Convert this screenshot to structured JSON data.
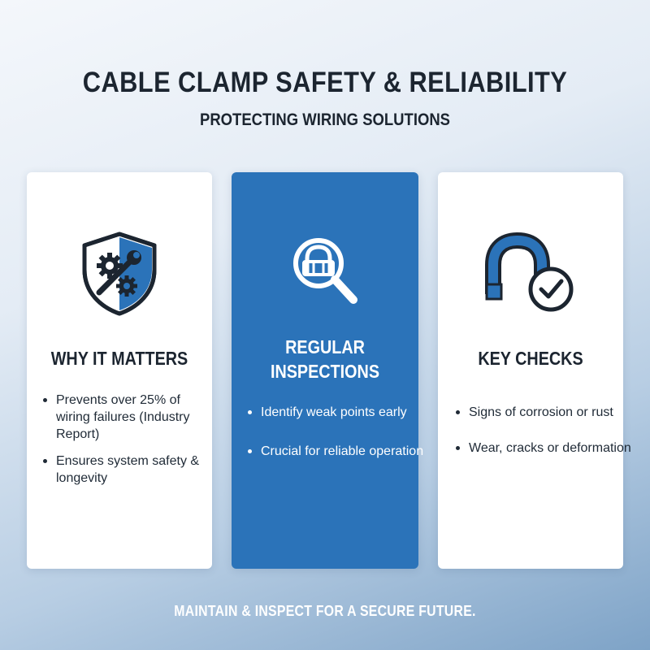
{
  "header": {
    "title": "CABLE CLAMP SAFETY & RELIABILITY",
    "subtitle": "PROTECTING WIRING SOLUTIONS"
  },
  "colors": {
    "accent_blue": "#2b73b9",
    "dark_text": "#1c2530",
    "card_white": "#ffffff"
  },
  "cards": [
    {
      "heading": "WHY IT MATTERS",
      "icon": "shield-gears-icon",
      "points": [
        "Prevents over 25% of wiring failures (Industry Report)",
        "Ensures system safety & longevity"
      ]
    },
    {
      "heading_line1": "REGULAR",
      "heading_line2": "INSPECTIONS",
      "icon": "magnifier-clamp-icon",
      "points": [
        "Identify weak points early",
        "Crucial for reliable operation"
      ]
    },
    {
      "heading": "KEY CHECKS",
      "icon": "clamp-checkmark-icon",
      "points": [
        "Signs of corrosion or rust",
        "Wear, cracks or deformation"
      ]
    }
  ],
  "footer": {
    "tagline": "MAINTAIN & INSPECT FOR A SECURE FUTURE."
  }
}
